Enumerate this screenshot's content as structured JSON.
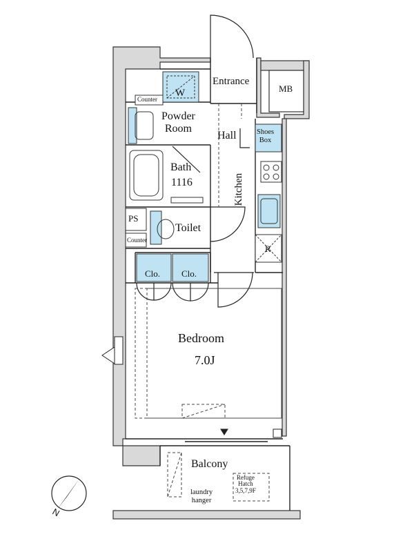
{
  "rooms": {
    "entrance": "Entrance",
    "mb": "MB",
    "washer": "W",
    "counter_top": "Counter",
    "powder_room": "Powder\nRoom",
    "hall": "Hall",
    "shoes_box": "Shoes\nBox",
    "bath": "Bath",
    "bath_size": "1116",
    "kitchen": "Kitchen",
    "ps": "PS",
    "toilet": "Toilet",
    "counter_bottom": "Counter",
    "refrigerator": "R",
    "closet_left": "Clo.",
    "closet_right": "Clo.",
    "bedroom": "Bedroom",
    "bedroom_size": "7.0J",
    "balcony": "Balcony",
    "laundry_hanger": "laundry\nhanger",
    "refuge_hatch": "Refuge\nHatch\n3,5,7,9F"
  },
  "compass": {
    "north_label": "N"
  },
  "colors": {
    "wall": "#d9d9d9",
    "fixture": "#bfe3f2",
    "line": "#222222"
  }
}
